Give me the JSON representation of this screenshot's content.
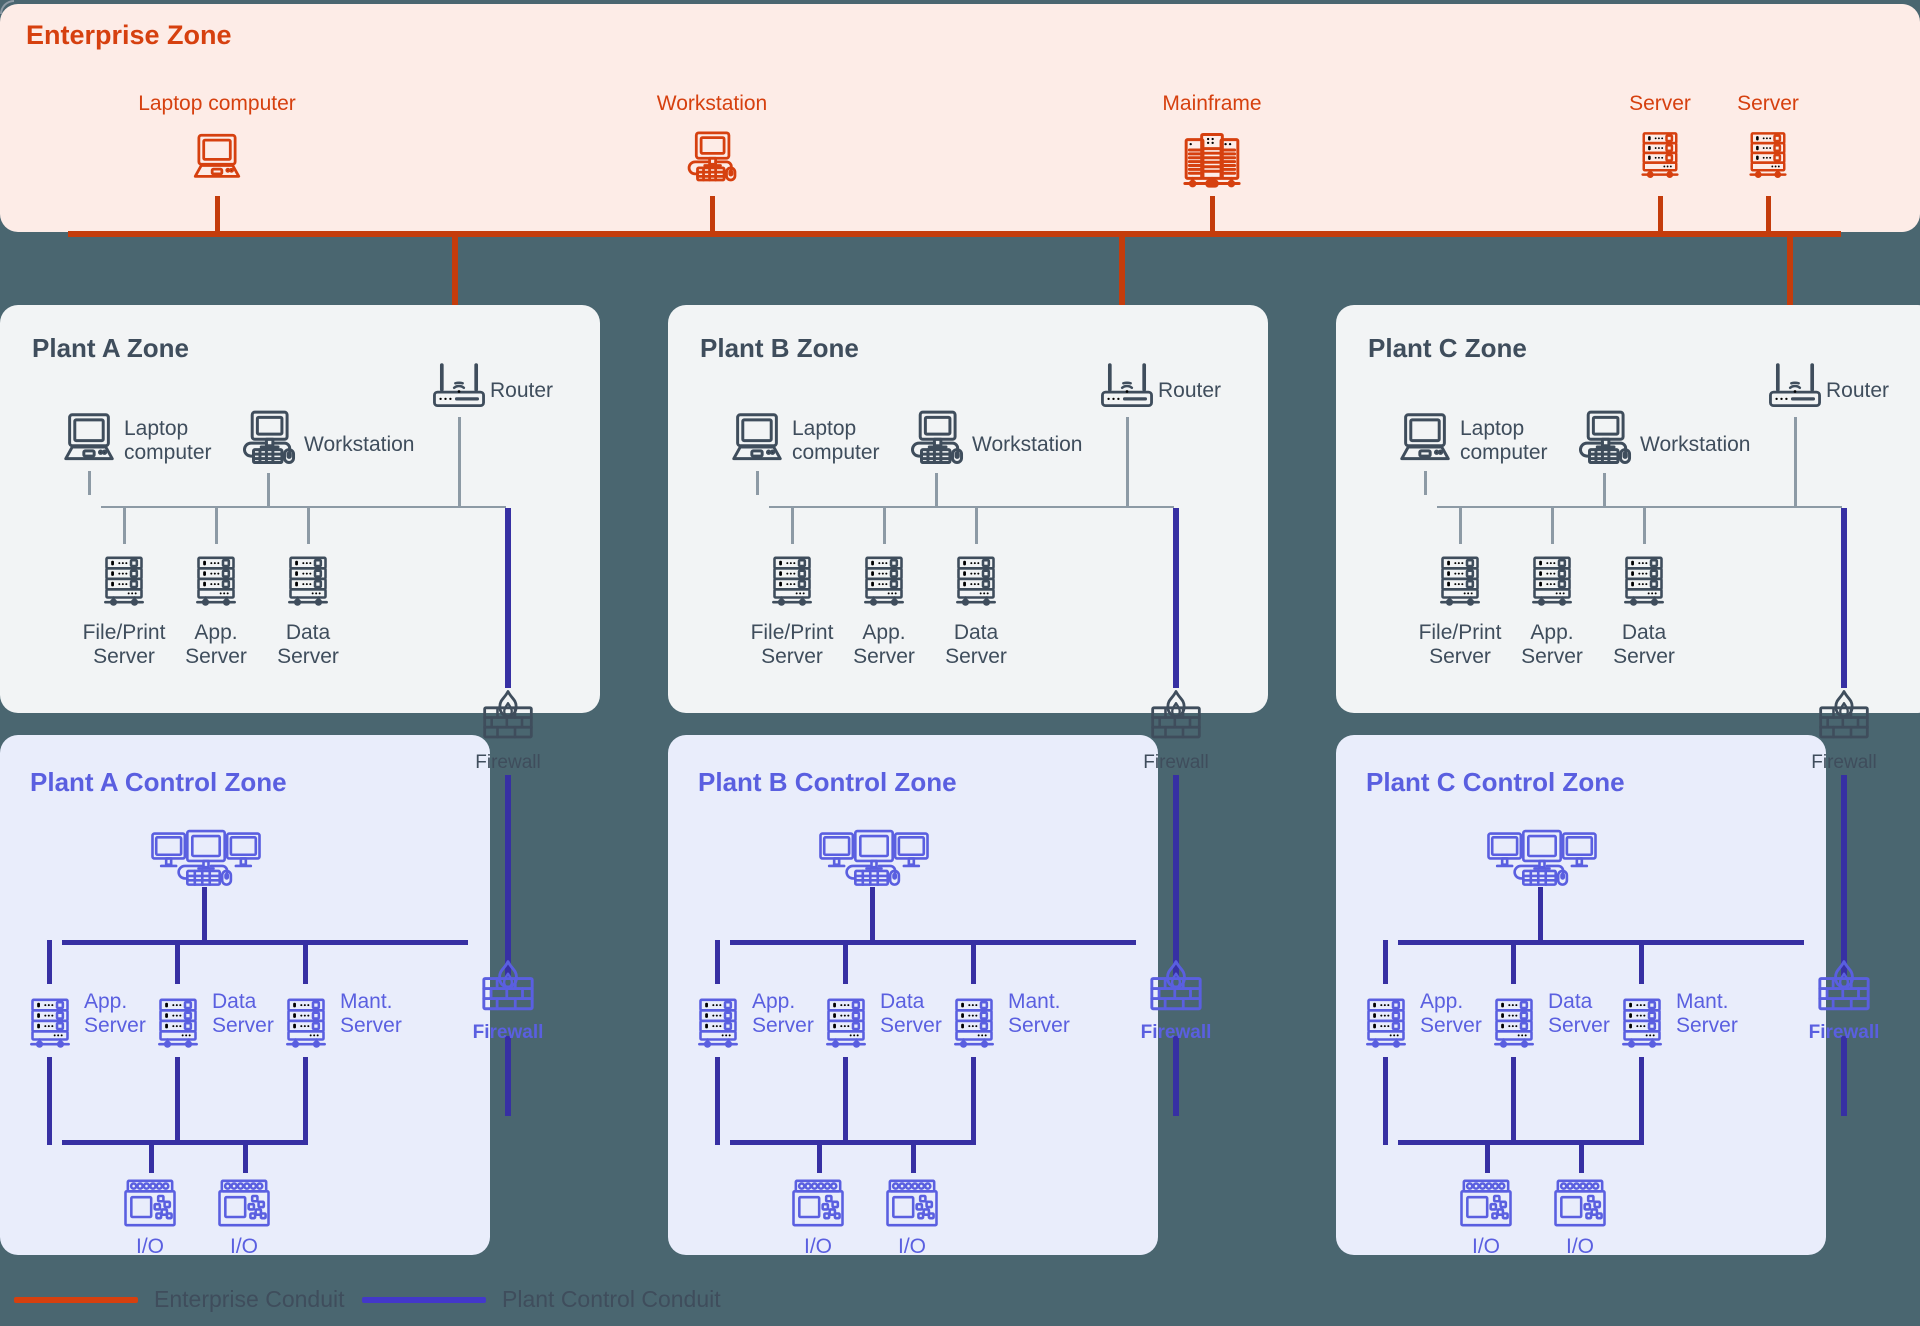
{
  "diagram": {
    "title": "Industrial Network Zone Architecture",
    "background_color": "#4a6670",
    "colors": {
      "enterprise": "#d6400f",
      "enterprise_panel": "#fdece7",
      "enterprise_line": "#c43c0c",
      "plant": "#3f4d5c",
      "plant_panel": "#f2f4f5",
      "plant_line": "#8d9aa5",
      "control": "#5a5fe0",
      "control_panel": "#e9edfb",
      "control_line": "#3730a3"
    }
  },
  "enterprise_zone": {
    "title": "Enterprise Zone",
    "nodes": [
      {
        "label": "Laptop computer",
        "icon": "laptop-icon"
      },
      {
        "label": "Workstation",
        "icon": "workstation-icon"
      },
      {
        "label": "Mainframe",
        "icon": "mainframe-icon"
      },
      {
        "label": "Server",
        "icon": "server-rack-icon"
      },
      {
        "label": "Server",
        "icon": "server-rack-icon"
      }
    ]
  },
  "plant_zones": [
    {
      "title": "Plant A Zone",
      "router": {
        "label": "Router",
        "icon": "router-icon"
      },
      "clients": [
        {
          "label": "Laptop\ncomputer",
          "icon": "laptop-icon"
        },
        {
          "label": "Workstation",
          "icon": "workstation-icon"
        }
      ],
      "servers": [
        {
          "label": "File/Print\nServer",
          "icon": "server-rack-icon"
        },
        {
          "label": "App.\nServer",
          "icon": "server-rack-icon"
        },
        {
          "label": "Data\nServer",
          "icon": "server-rack-icon"
        }
      ],
      "firewall": {
        "label": "Firewall",
        "icon": "firewall-icon"
      }
    },
    {
      "title": "Plant B Zone",
      "router": {
        "label": "Router",
        "icon": "router-icon"
      },
      "clients": [
        {
          "label": "Laptop\ncomputer",
          "icon": "laptop-icon"
        },
        {
          "label": "Workstation",
          "icon": "workstation-icon"
        }
      ],
      "servers": [
        {
          "label": "File/Print\nServer",
          "icon": "server-rack-icon"
        },
        {
          "label": "App.\nServer",
          "icon": "server-rack-icon"
        },
        {
          "label": "Data\nServer",
          "icon": "server-rack-icon"
        }
      ],
      "firewall": {
        "label": "Firewall",
        "icon": "firewall-icon"
      }
    },
    {
      "title": "Plant C Zone",
      "router": {
        "label": "Router",
        "icon": "router-icon"
      },
      "clients": [
        {
          "label": "Laptop\ncomputer",
          "icon": "laptop-icon"
        },
        {
          "label": "Workstation",
          "icon": "workstation-icon"
        }
      ],
      "servers": [
        {
          "label": "File/Print\nServer",
          "icon": "server-rack-icon"
        },
        {
          "label": "App.\nServer",
          "icon": "server-rack-icon"
        },
        {
          "label": "Data\nServer",
          "icon": "server-rack-icon"
        }
      ],
      "firewall": {
        "label": "Firewall",
        "icon": "firewall-icon"
      }
    }
  ],
  "control_zones": [
    {
      "title": "Plant A Control Zone",
      "hmi": {
        "icon": "triple-monitor-workstation-icon"
      },
      "servers": [
        {
          "label": "App.\nServer",
          "icon": "server-rack-icon"
        },
        {
          "label": "Data\nServer",
          "icon": "server-rack-icon"
        },
        {
          "label": "Mant.\nServer",
          "icon": "server-rack-icon"
        }
      ],
      "io_modules": [
        {
          "label": "I/O",
          "icon": "io-module-icon"
        },
        {
          "label": "I/O",
          "icon": "io-module-icon"
        }
      ],
      "firewall": {
        "label": "Firewall",
        "icon": "firewall-icon"
      }
    },
    {
      "title": "Plant B Control Zone",
      "hmi": {
        "icon": "triple-monitor-workstation-icon"
      },
      "servers": [
        {
          "label": "App.\nServer",
          "icon": "server-rack-icon"
        },
        {
          "label": "Data\nServer",
          "icon": "server-rack-icon"
        },
        {
          "label": "Mant.\nServer",
          "icon": "server-rack-icon"
        }
      ],
      "io_modules": [
        {
          "label": "I/O",
          "icon": "io-module-icon"
        },
        {
          "label": "I/O",
          "icon": "io-module-icon"
        }
      ],
      "firewall": {
        "label": "Firewall",
        "icon": "firewall-icon"
      }
    },
    {
      "title": "Plant C Control Zone",
      "hmi": {
        "icon": "triple-monitor-workstation-icon"
      },
      "servers": [
        {
          "label": "App.\nServer",
          "icon": "server-rack-icon"
        },
        {
          "label": "Data\nServer",
          "icon": "server-rack-icon"
        },
        {
          "label": "Mant.\nServer",
          "icon": "server-rack-icon"
        }
      ],
      "io_modules": [
        {
          "label": "I/O",
          "icon": "io-module-icon"
        },
        {
          "label": "I/O",
          "icon": "io-module-icon"
        }
      ],
      "firewall": {
        "label": "Firewall",
        "icon": "firewall-icon"
      }
    }
  ],
  "legend": {
    "items": [
      {
        "label": "Enterprise Conduit",
        "color": "#d6400f"
      },
      {
        "label": "Plant Control Conduit",
        "color": "#4338ca"
      }
    ]
  }
}
